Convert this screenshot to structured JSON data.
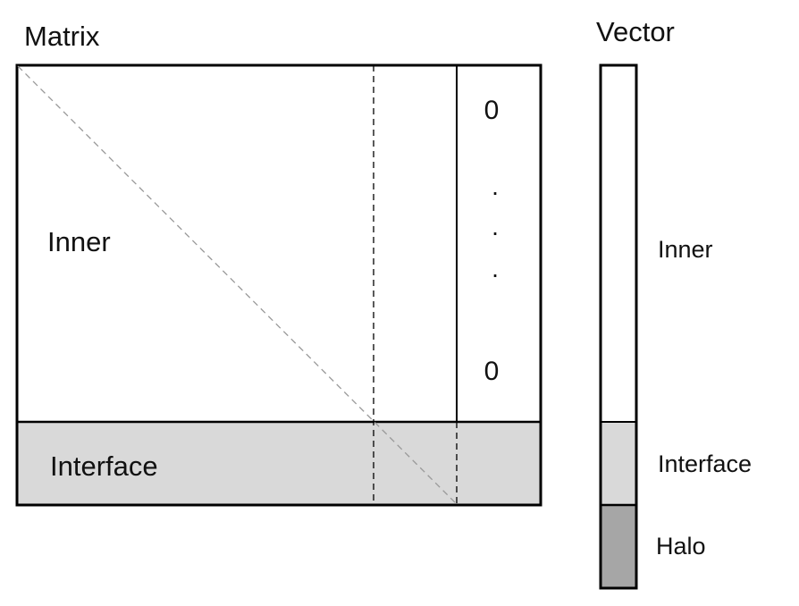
{
  "matrix": {
    "title": "Matrix",
    "inner_label": "Inner",
    "interface_label": "Interface",
    "zero_top": "0",
    "zero_bottom": "0",
    "dots": [
      ".",
      ".",
      "."
    ]
  },
  "vector": {
    "title": "Vector",
    "inner_label": "Inner",
    "interface_label": "Interface",
    "halo_label": "Halo"
  },
  "colors": {
    "inner_fill": "#ffffff",
    "interface_fill": "#d9d9d9",
    "halo_fill": "#a6a6a6",
    "stroke": "#000000",
    "diagonal": "#999999"
  }
}
